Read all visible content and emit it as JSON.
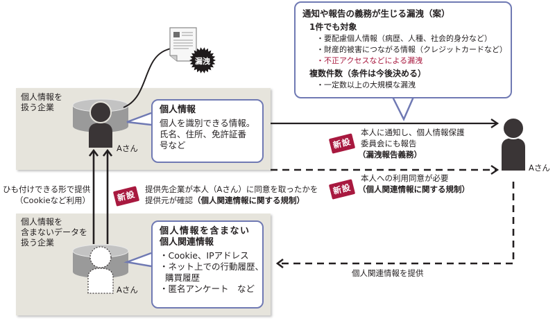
{
  "leak_doc": {
    "burst_label": "漏洩"
  },
  "top_company": {
    "label": "個人情報を\n扱う企業",
    "person_label": "Aさん",
    "callout": {
      "title": "個人情報",
      "lines": [
        "個人を識別できる情報。",
        "氏名、住所、免許証番",
        "号など"
      ]
    }
  },
  "bottom_company": {
    "label": "個人情報を\n含まないデータを\n扱う企業",
    "person_label": "Aさん",
    "callout": {
      "title_lines": [
        "個人情報を含まない",
        "個人関連情報"
      ],
      "items": [
        "・Cookie、IPアドレス",
        "・ネット上での行動履歴、",
        "  購買履歴",
        "・匿名アンケート　など"
      ]
    }
  },
  "obligation_box": {
    "title": "通知や報告の義務が生じる漏洩（案）",
    "section1": {
      "heading": "1件でも対象",
      "items": [
        {
          "text": "・要配慮個人情報（病歴、人種、社会的身分など）",
          "highlight": false
        },
        {
          "text": "・財産的被害につながる情報（クレジットカードなど）",
          "highlight": false
        },
        {
          "text": "・不正アクセスなどによる漏洩",
          "highlight": true
        }
      ]
    },
    "section2": {
      "heading": "複数件数（条件は今後決める）",
      "items": [
        {
          "text": "・一定数以上の大規模な漏洩",
          "highlight": false
        }
      ]
    },
    "highlight_color": "#a8193f"
  },
  "right_person": {
    "label": "Aさん"
  },
  "arrows": {
    "notify": {
      "badge": "新設",
      "lines": [
        "本人に通知し、個人情報保護",
        "委員会にも報告",
        "（漏洩報告義務）"
      ]
    },
    "consent": {
      "badge": "新設",
      "lines": [
        "本人への利用同意が必要",
        "（個人関連情報に関する規制）"
      ]
    },
    "provide_related": {
      "label": "個人関連情報を提供"
    },
    "linkable": {
      "lines": [
        "ひも付けできる形で提供",
        "（Cookieなど利用）"
      ]
    },
    "confirm": {
      "badge": "新設",
      "line1": "提供先企業が本人（Aさん）に同意を取ったかを",
      "line2_prefix": "提供元が確認",
      "line2_bold": "（個人関連情報に関する規制）"
    }
  },
  "colors": {
    "box_bg": "#e6e4dc",
    "callout_border": "#6f79b3",
    "badge": "#a8193f",
    "figure": "#3a3536",
    "cylinder": "#9a9a9a"
  }
}
